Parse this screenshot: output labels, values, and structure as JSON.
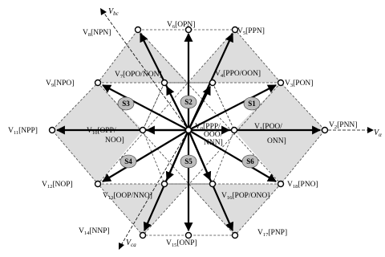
{
  "diagram": {
    "vectors": [
      {
        "id": "v0",
        "label": "V",
        "sub": "0",
        "state": "[PPP/"
      },
      {
        "id": "v0b",
        "label": "",
        "sub": "",
        "state": "OOO/"
      },
      {
        "id": "v0c",
        "label": "",
        "sub": "",
        "state": "NNN]"
      },
      {
        "id": "v1",
        "label": "V",
        "sub": "1",
        "state": "[POO/"
      },
      {
        "id": "v1b",
        "label": "",
        "sub": "",
        "state": "ONN]"
      },
      {
        "id": "v2",
        "label": "V",
        "sub": "2",
        "state": "[PNN]"
      },
      {
        "id": "v3",
        "label": "V",
        "sub": "3",
        "state": "[PON]"
      },
      {
        "id": "v4",
        "label": "V",
        "sub": "4",
        "state": "[PPO/OON]"
      },
      {
        "id": "v5",
        "label": "V",
        "sub": "5",
        "state": "[PPN]"
      },
      {
        "id": "v6",
        "label": "V",
        "sub": "6",
        "state": "[OPN]"
      },
      {
        "id": "v7",
        "label": "V",
        "sub": "7",
        "state": "[OPO/NON]"
      },
      {
        "id": "v8",
        "label": "V",
        "sub": "8",
        "state": "[NPN]"
      },
      {
        "id": "v9",
        "label": "V",
        "sub": "9",
        "state": "[NPO]"
      },
      {
        "id": "v10",
        "label": "V",
        "sub": "10",
        "state": "[OPP/"
      },
      {
        "id": "v10b",
        "label": "",
        "sub": "",
        "state": "NOO]"
      },
      {
        "id": "v11",
        "label": "V",
        "sub": "11",
        "state": "[NPP]"
      },
      {
        "id": "v12",
        "label": "V",
        "sub": "12",
        "state": "[NOP]"
      },
      {
        "id": "v13",
        "label": "V",
        "sub": "13",
        "state": "[OOP/NNO]"
      },
      {
        "id": "v14",
        "label": "V",
        "sub": "14",
        "state": "[NNP]"
      },
      {
        "id": "v15",
        "label": "V",
        "sub": "15",
        "state": "[ONP]"
      },
      {
        "id": "v16",
        "label": "V",
        "sub": "16",
        "state": "[POP/ONO]"
      },
      {
        "id": "v17",
        "label": "V",
        "sub": "17",
        "state": "[PNP]"
      },
      {
        "id": "v18",
        "label": "V",
        "sub": "18",
        "state": "[PNO]"
      }
    ],
    "axes": {
      "a": {
        "label": "V",
        "sub": "α"
      },
      "b": {
        "label": "V",
        "sub": "bc"
      },
      "c": {
        "label": "V",
        "sub": "ca"
      }
    },
    "sectors": [
      "S1",
      "S2",
      "S3",
      "S4",
      "S5",
      "S6"
    ],
    "colors": {
      "shade": "#dddddd",
      "line": "#000000",
      "dash": "#444444",
      "sector_fill": "#bdbdbd"
    }
  }
}
